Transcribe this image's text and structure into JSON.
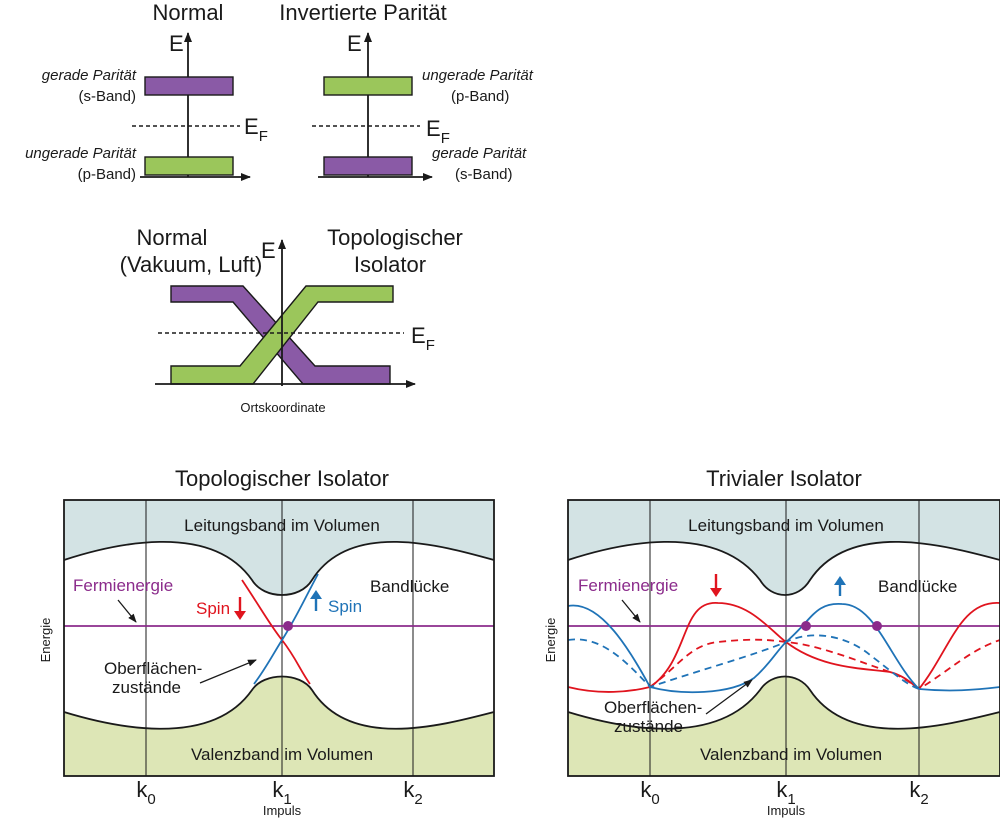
{
  "top_left": {
    "title": "Normal",
    "axis_e": "E",
    "upper_label_1": "gerade Parität",
    "upper_label_2": "(s-Band)",
    "lower_label_1": "ungerade Parität",
    "lower_label_2": "(p-Band)"
  },
  "top_right": {
    "title": "Invertierte Parität",
    "axis_e": "E",
    "upper_label_1": "ungerade Parität",
    "upper_label_2": "(p-Band)",
    "lower_label_1": "gerade Parität",
    "lower_label_2": "(s-Band)"
  },
  "fermi_symbol": "E",
  "fermi_sub": "F",
  "middle": {
    "left_title_1": "Normal",
    "left_title_2": "(Vakuum, Luft)",
    "right_title_1": "Topologischer",
    "right_title_2": "Isolator",
    "axis_e": "E",
    "xlabel": "Ortskoordinate"
  },
  "colors": {
    "purple": "#8a5aa6",
    "green": "#9bc65b",
    "conduction": "#d3e3e4",
    "valence": "#dde6b6",
    "fermi_line": "#8b2b8b",
    "spin_red": "#e0141e",
    "spin_blue": "#1f73b7"
  },
  "panel_topo": {
    "title": "Topologischer Isolator",
    "conduction_label": "Leitungsband im Volumen",
    "valence_label": "Valenzband im Volumen",
    "gap_label": "Bandlücke",
    "fermi_label": "Fermienergie",
    "spin_down_label": "Spin",
    "spin_up_label": "Spin",
    "surface_label_1": "Oberflächen-",
    "surface_label_2": "zustände",
    "ylabel": "Energie",
    "xlabel": "Impuls",
    "k_ticks": [
      {
        "k": "k",
        "sub": "0"
      },
      {
        "k": "k",
        "sub": "1"
      },
      {
        "k": "k",
        "sub": "2"
      }
    ]
  },
  "panel_trivial": {
    "title": "Trivialer Isolator",
    "conduction_label": "Leitungsband im Volumen",
    "valence_label": "Valenzband im Volumen",
    "gap_label": "Bandlücke",
    "fermi_label": "Fermienergie",
    "surface_label_1": "Oberflächen-",
    "surface_label_2": "zustände",
    "ylabel": "Energie",
    "xlabel": "Impuls",
    "k_ticks": [
      {
        "k": "k",
        "sub": "0"
      },
      {
        "k": "k",
        "sub": "1"
      },
      {
        "k": "k",
        "sub": "2"
      }
    ]
  }
}
